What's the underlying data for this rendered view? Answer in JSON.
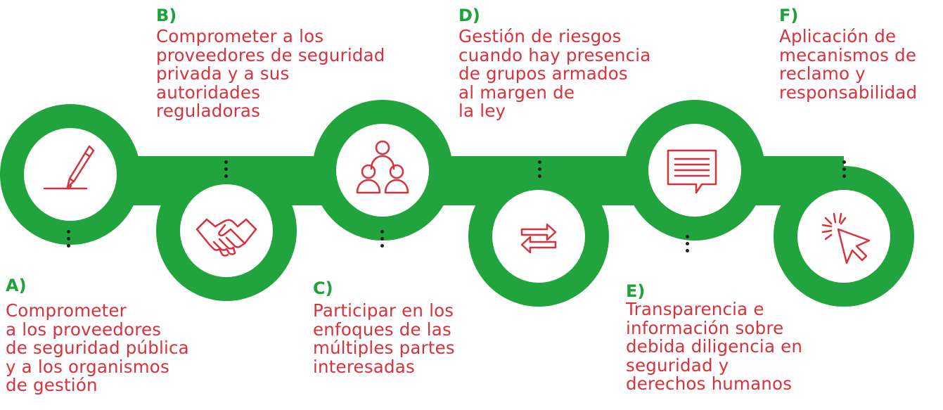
{
  "colors": {
    "chain": "#21a33d",
    "icon": "#d8323c",
    "letter": "#1ea23a",
    "text": "#d8323c"
  },
  "steps": [
    {
      "letter": "A)",
      "text": "Comprometer\na los proveedores\nde seguridad pública\ny a los organismos\nde gestión",
      "icon": "pen-signature-icon"
    },
    {
      "letter": "B)",
      "text": "Comprometer a los\nproveedores de seguridad\nprivada y a sus\nautoridades\nreguladoras",
      "icon": "handshake-icon"
    },
    {
      "letter": "C)",
      "text": "Participar en los\nenfoques de las\nmúltiples partes\ninteresadas",
      "icon": "group-people-icon"
    },
    {
      "letter": "D)",
      "text": "Gestión de riesgos\ncuando hay presencia\nde grupos armados\nal margen de\nla ley",
      "icon": "exchange-arrows-icon"
    },
    {
      "letter": "E)",
      "text": "Transparencia e\ninformación sobre\ndebida diligencia en\nseguridad y\nderechos humanos",
      "icon": "chat-message-icon"
    },
    {
      "letter": "F)",
      "text": "Aplicación de\nmecanismos de\nreclamo y\nresponsabilidad",
      "icon": "cursor-click-icon"
    }
  ]
}
